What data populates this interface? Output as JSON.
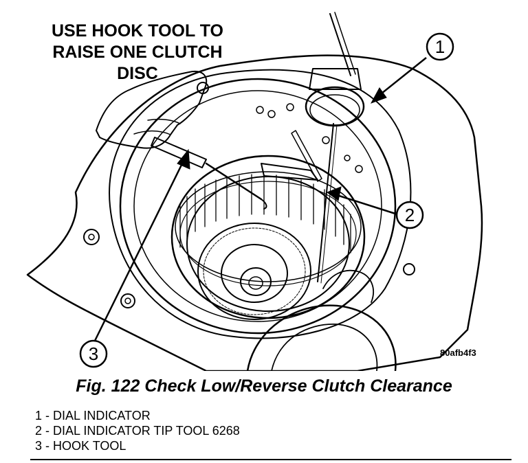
{
  "figure": {
    "instruction_lines": [
      "USE HOOK TOOL TO",
      "RAISE ONE CLUTCH",
      "DISC"
    ],
    "callouts": [
      "1",
      "2",
      "3"
    ],
    "figure_id": "80afb4f3"
  },
  "caption": "Fig. 122 Check Low/Reverse Clutch Clearance",
  "legend": [
    "1 - DIAL INDICATOR",
    "2 - DIAL INDICATOR TIP TOOL 6268",
    "3 - HOOK TOOL"
  ]
}
